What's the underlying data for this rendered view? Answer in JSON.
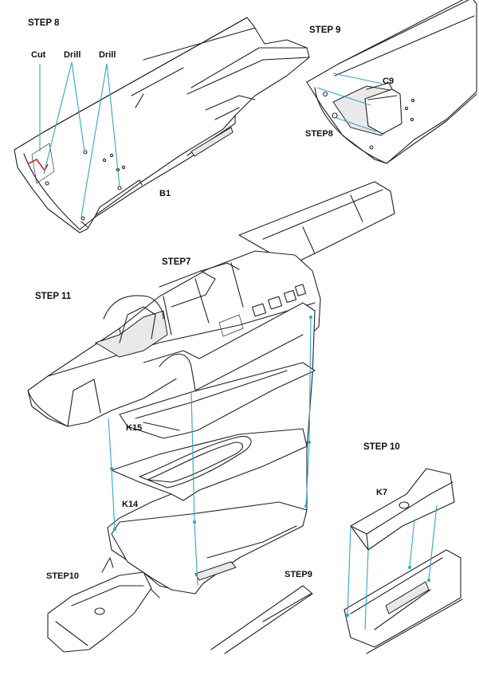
{
  "labels": {
    "step8": "STEP 8",
    "step9_top": "STEP 9",
    "step8_ref": "STEP8",
    "step7": "STEP7",
    "step11": "STEP 11",
    "step10": "STEP 10",
    "step10_ref": "STEP10",
    "step9_ref": "STEP9",
    "cut": "Cut",
    "drill1": "Drill",
    "drill2": "Drill",
    "b1": "B1",
    "c9": "C9",
    "k15": "K15",
    "k14": "K14",
    "k7": "K7"
  },
  "colors": {
    "guide_line": "#2fa6c9",
    "cut_mark": "#d62020",
    "line_art": "#222222"
  }
}
